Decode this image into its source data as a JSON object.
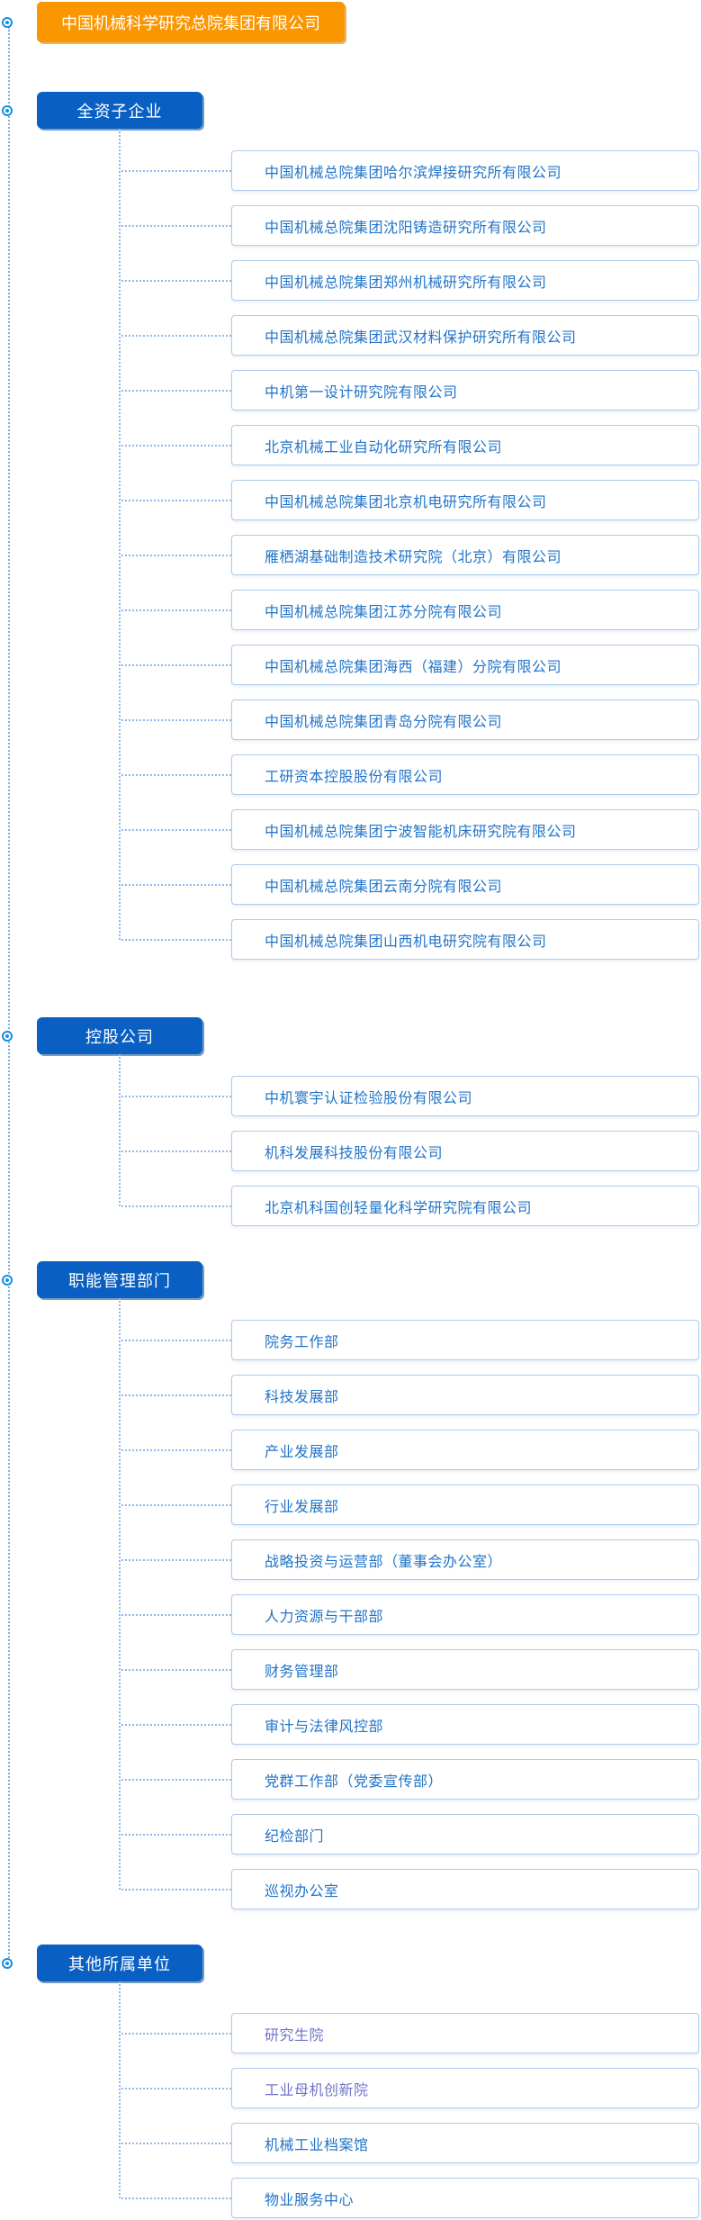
{
  "root": {
    "label": "中国机械科学研究总院集团有限公司"
  },
  "icons": {
    "node_bullet": "radio-circle-dot-icon"
  },
  "colors": {
    "root_bg": "#fa9600",
    "section_bg": "#0a60c2",
    "item_text": "#2174c9",
    "item_text_visited": "#6f74c9",
    "item_border": "#aecbec",
    "connector": "#8fb9e8",
    "bullet": "#1690e0"
  },
  "sections": [
    {
      "label": "全资子企业",
      "items": [
        {
          "label": "中国机械总院集团哈尔滨焊接研究所有限公司"
        },
        {
          "label": "中国机械总院集团沈阳铸造研究所有限公司"
        },
        {
          "label": "中国机械总院集团郑州机械研究所有限公司"
        },
        {
          "label": "中国机械总院集团武汉材料保护研究所有限公司"
        },
        {
          "label": "中机第一设计研究院有限公司"
        },
        {
          "label": "北京机械工业自动化研究所有限公司"
        },
        {
          "label": "中国机械总院集团北京机电研究所有限公司"
        },
        {
          "label": "雁栖湖基础制造技术研究院（北京）有限公司"
        },
        {
          "label": "中国机械总院集团江苏分院有限公司"
        },
        {
          "label": "中国机械总院集团海西（福建）分院有限公司"
        },
        {
          "label": "中国机械总院集团青岛分院有限公司"
        },
        {
          "label": "工研资本控股股份有限公司"
        },
        {
          "label": "中国机械总院集团宁波智能机床研究院有限公司"
        },
        {
          "label": "中国机械总院集团云南分院有限公司"
        },
        {
          "label": "中国机械总院集团山西机电研究院有限公司"
        }
      ]
    },
    {
      "label": "控股公司",
      "items": [
        {
          "label": "中机寰宇认证检验股份有限公司"
        },
        {
          "label": "机科发展科技股份有限公司"
        },
        {
          "label": "北京机科国创轻量化科学研究院有限公司"
        }
      ]
    },
    {
      "label": "职能管理部门",
      "items": [
        {
          "label": "院务工作部"
        },
        {
          "label": "科技发展部"
        },
        {
          "label": "产业发展部"
        },
        {
          "label": "行业发展部"
        },
        {
          "label": "战略投资与运营部（董事会办公室）"
        },
        {
          "label": "人力资源与干部部"
        },
        {
          "label": "财务管理部"
        },
        {
          "label": "审计与法律风控部"
        },
        {
          "label": "党群工作部（党委宣传部）"
        },
        {
          "label": "纪检部门"
        },
        {
          "label": "巡视办公室"
        }
      ]
    },
    {
      "label": "其他所属单位",
      "items": [
        {
          "label": "研究生院",
          "visited": true
        },
        {
          "label": "工业母机创新院",
          "visited": true
        },
        {
          "label": "机械工业档案馆"
        },
        {
          "label": "物业服务中心"
        }
      ]
    }
  ]
}
